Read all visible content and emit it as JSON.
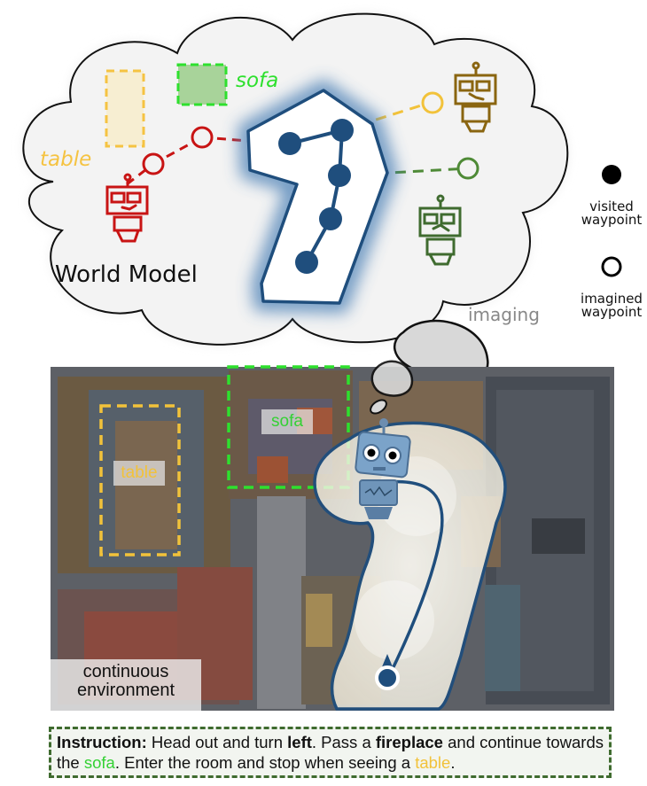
{
  "world_model": {
    "title": "World Model",
    "objects": [
      {
        "label": "table",
        "color": "#f5c342",
        "fill": "#f7eed2"
      },
      {
        "label": "sofa",
        "color": "#2ee02e",
        "fill": "#a8d39a"
      }
    ],
    "robots": [
      {
        "name": "robot-red",
        "color": "#c81414"
      },
      {
        "name": "robot-gold",
        "color": "#8a6510"
      },
      {
        "name": "robot-green",
        "color": "#3f6b2f"
      }
    ],
    "visited_waypoint_color": "#1f4e7d",
    "imagined_paths": [
      {
        "color": "#c81414",
        "target": "table"
      },
      {
        "color": "#f2c23a",
        "target": "gold robot"
      },
      {
        "color": "#4e8a36",
        "target": "green robot"
      }
    ]
  },
  "thought_bubble": {
    "label": "imaging"
  },
  "legend": {
    "items": [
      {
        "icon": "filled-circle",
        "label_line1": "visited",
        "label_line2": "waypoint"
      },
      {
        "icon": "hollow-circle",
        "label_line1": "imagined",
        "label_line2": "waypoint"
      }
    ]
  },
  "environment": {
    "label_line1": "continuous",
    "label_line2": "environment",
    "regions": [
      {
        "label": "table",
        "color": "#f2c23a"
      },
      {
        "label": "sofa",
        "color": "#34d134"
      }
    ],
    "agent_path_color": "#1f4e7d"
  },
  "instruction": {
    "prefix": "Instruction:",
    "part1": " Head out and turn ",
    "kw_left": "left",
    "part2": ". Pass a ",
    "kw_fireplace": "fireplace",
    "part3": " and continue towards the ",
    "sofa": "sofa",
    "part4": ". Enter the room and stop when seeing a ",
    "table": "table",
    "part5": "."
  }
}
